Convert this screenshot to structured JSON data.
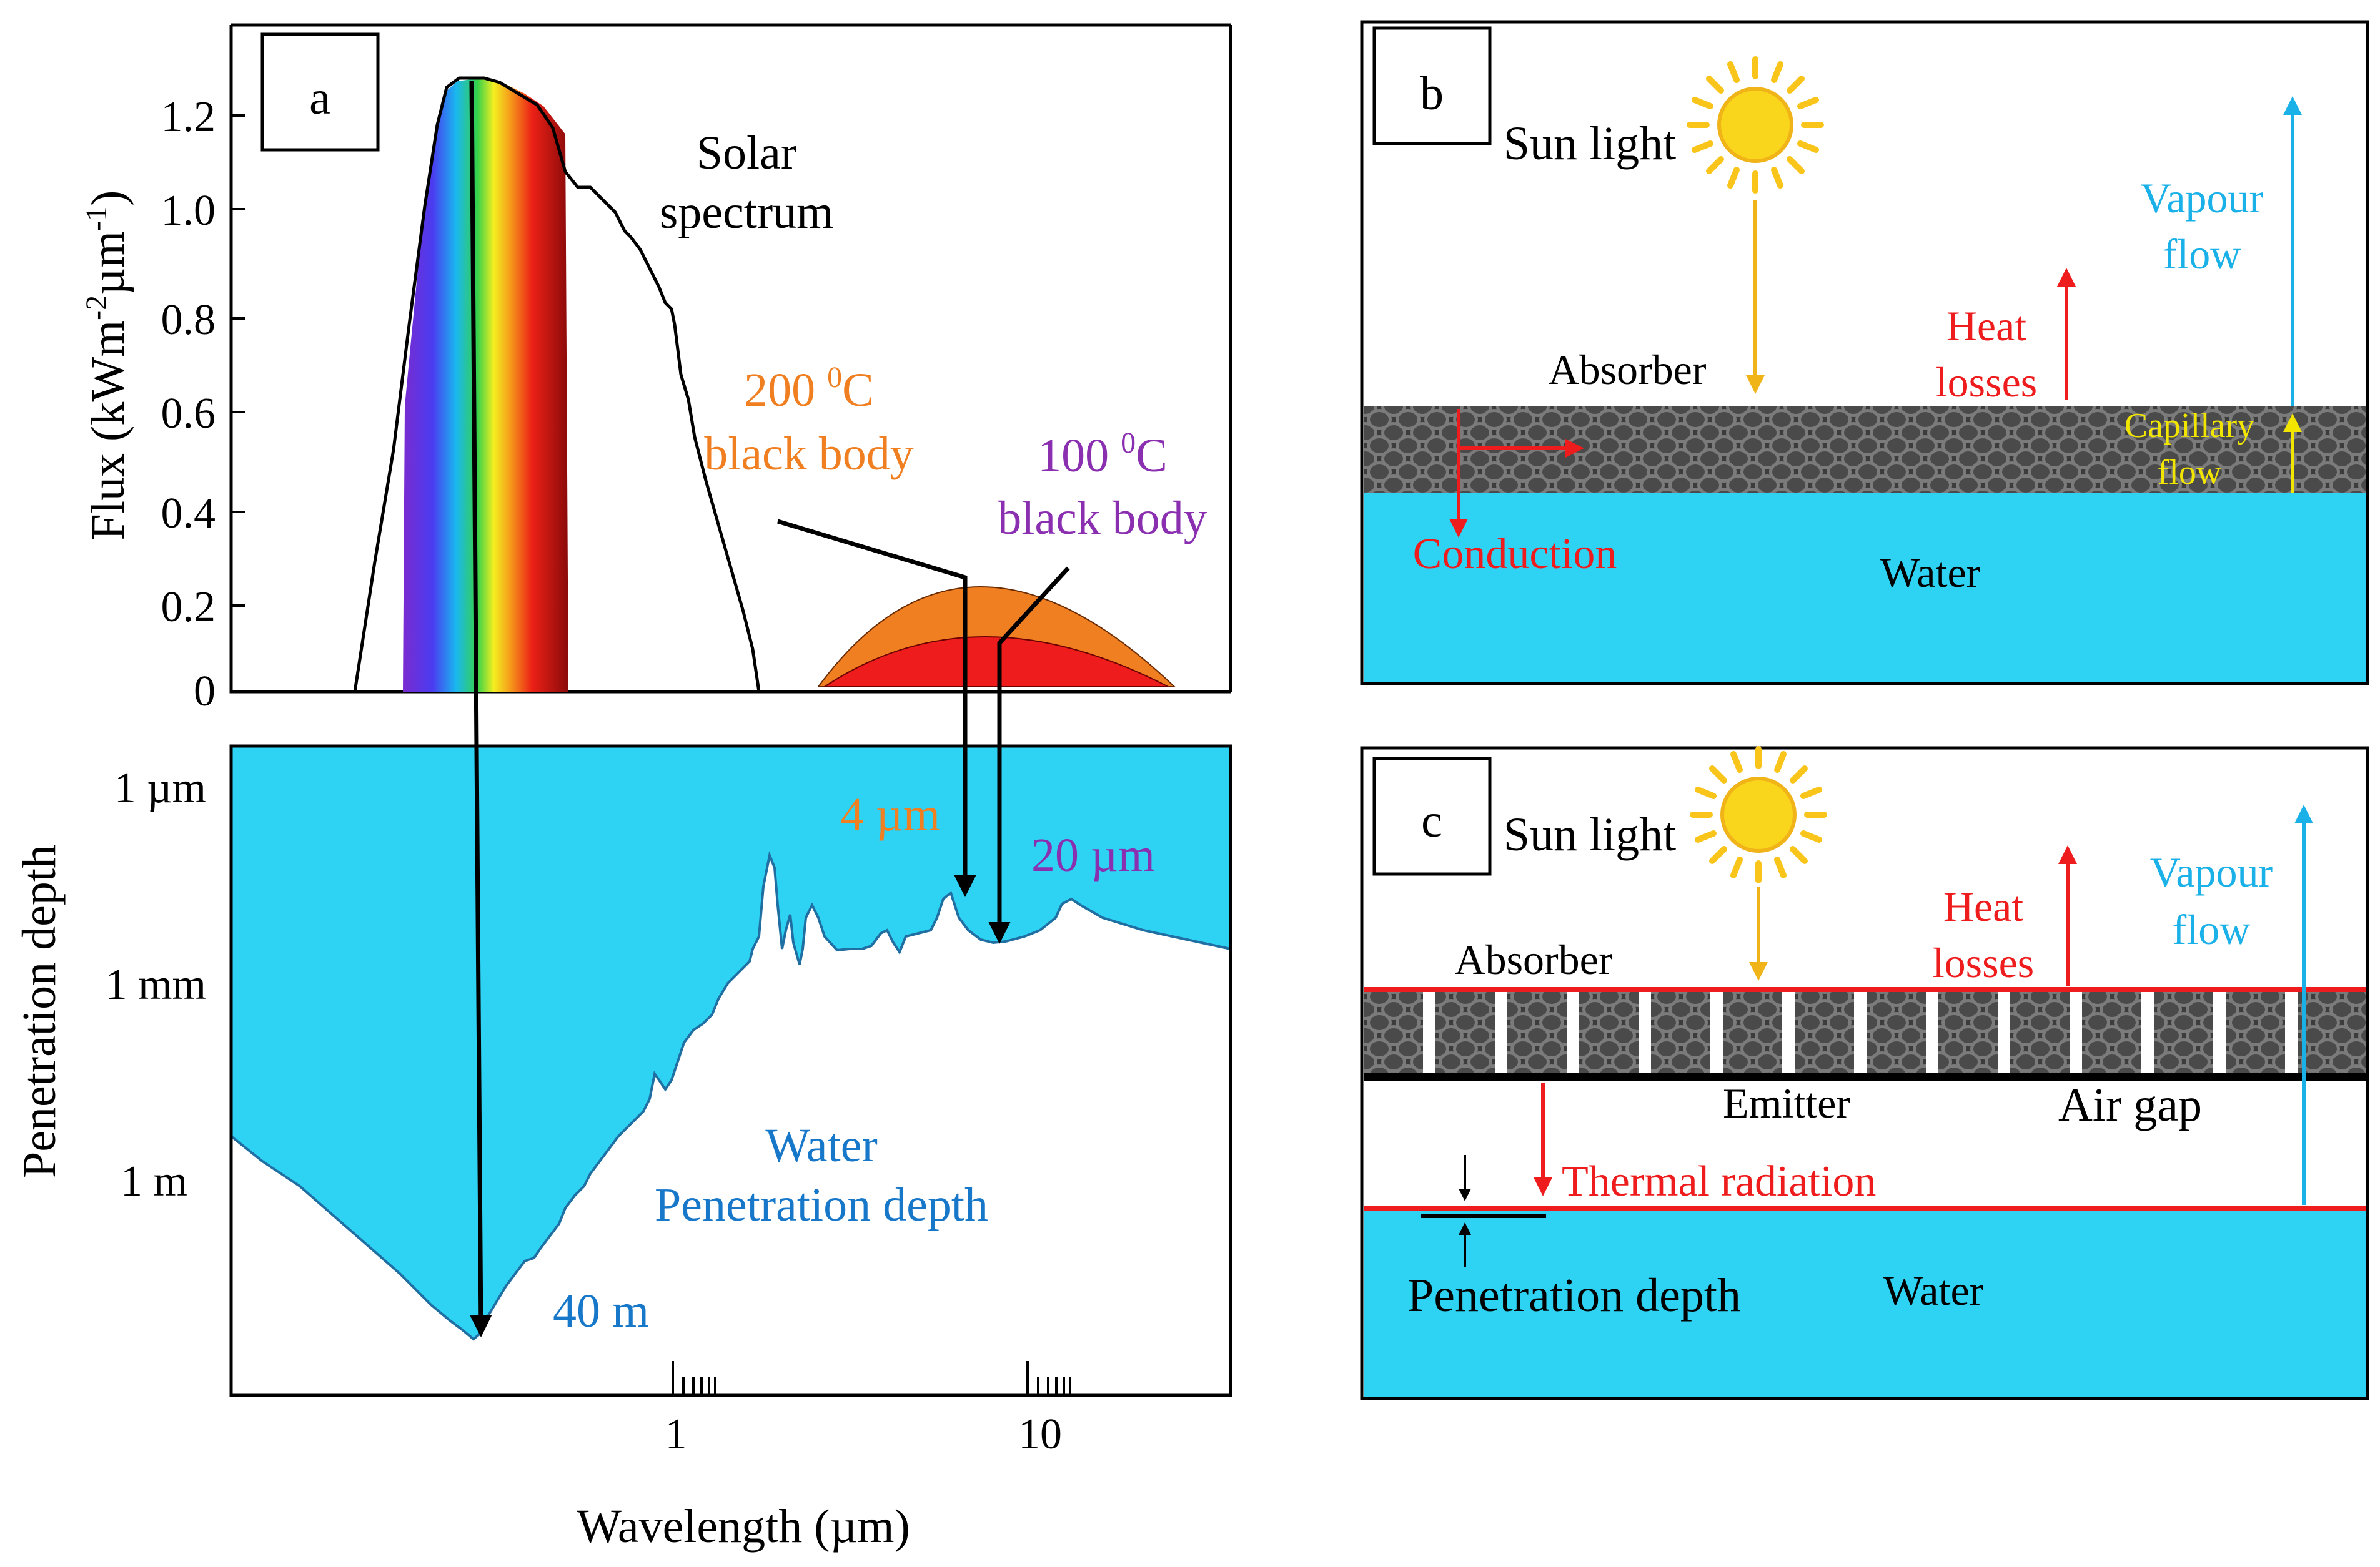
{
  "panel_a": {
    "label": "a",
    "y_axis_label": "Flux (kWm",
    "y_axis_sup1": "-2",
    "y_axis_mid": "µm",
    "y_axis_sup2": "-1",
    "y_axis_end": ")",
    "flux_ticks": [
      "1.2",
      "1.0",
      "0.8",
      "0.6",
      "0.4",
      "0.2",
      "0"
    ],
    "solar_line1": "Solar",
    "solar_line2": "spectrum",
    "bb200_temp": "200 ",
    "bb200_sup": "0",
    "bb200_unit": "C",
    "bb200_label": "black body",
    "bb100_temp": "100 ",
    "bb100_sup": "0",
    "bb100_unit": "C",
    "bb100_label": "black body",
    "penetration_axis_label": "Penetration depth",
    "depth_ticks": [
      "1 µm",
      "1 mm",
      "1 m"
    ],
    "water_line1": "Water",
    "water_line2": "Penetration depth",
    "depth_40m": "40 m",
    "depth_4um": "4 µm",
    "depth_20um": "20 µm",
    "x_ticks": [
      "1",
      "10"
    ],
    "x_axis_label": "Wavelength (µm)"
  },
  "panel_b": {
    "label": "b",
    "sun_light": "Sun light",
    "absorber": "Absorber",
    "heat_losses_1": "Heat",
    "heat_losses_2": "losses",
    "vapour_1": "Vapour",
    "vapour_2": "flow",
    "capillary_1": "Capillary",
    "capillary_2": "flow",
    "conduction": "Conduction",
    "water": "Water"
  },
  "panel_c": {
    "label": "c",
    "sun_light": "Sun light",
    "heat_losses_1": "Heat",
    "heat_losses_2": "losses",
    "vapour_1": "Vapour",
    "vapour_2": "flow",
    "absorber": "Absorber",
    "emitter": "Emitter",
    "air_gap": "Air gap",
    "thermal_radiation": "Thermal radiation",
    "penetration_depth": "Penetration depth",
    "water": "Water"
  },
  "colors": {
    "water": "#2ed3f3",
    "orange": "#f07f22",
    "red": "#ee1c1c",
    "purple": "#8a2fb0",
    "blue_text": "#1777c9",
    "vapour": "#1ab0e8",
    "yellow": "#f0b418",
    "capillary": "#f2e600",
    "sun": "#f9d51b"
  }
}
